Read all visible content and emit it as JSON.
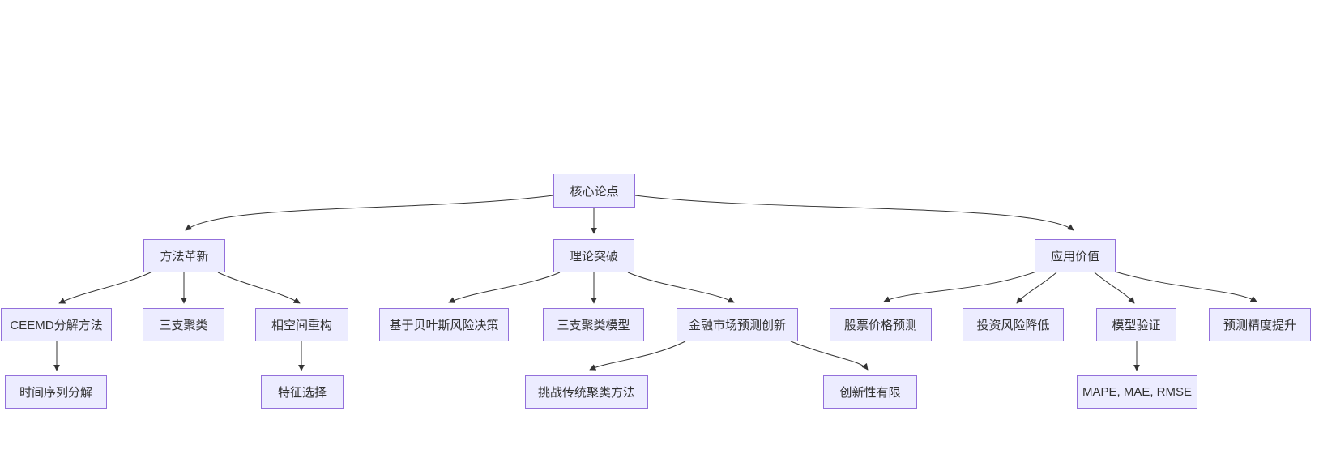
{
  "diagram": {
    "type": "flowchart",
    "direction": "top-down",
    "background": "#ffffff",
    "colors": {
      "node_fill": "#ECECFF",
      "node_border": "#9370DB",
      "edge_stroke": "#333333",
      "text": "#333333"
    },
    "nodes": [
      {
        "id": "core-thesis",
        "label": "核心论点"
      },
      {
        "id": "method-innovation",
        "label": "方法革新"
      },
      {
        "id": "theory-breakthrough",
        "label": "理论突破"
      },
      {
        "id": "application-value",
        "label": "应用价值"
      },
      {
        "id": "ceemd-decomposition",
        "label": "CEEMD分解方法"
      },
      {
        "id": "three-way-clustering",
        "label": "三支聚类"
      },
      {
        "id": "phase-space-reconstruction",
        "label": "相空间重构"
      },
      {
        "id": "bayesian-risk-decision",
        "label": "基于贝叶斯风险决策"
      },
      {
        "id": "three-way-clustering-model",
        "label": "三支聚类模型"
      },
      {
        "id": "financial-market-prediction-innovation",
        "label": "金融市场预测创新"
      },
      {
        "id": "stock-price-prediction",
        "label": "股票价格预测"
      },
      {
        "id": "investment-risk-reduction",
        "label": "投资风险降低"
      },
      {
        "id": "model-validation",
        "label": "模型验证"
      },
      {
        "id": "prediction-accuracy-improvement",
        "label": "预测精度提升"
      },
      {
        "id": "time-series-decomposition",
        "label": "时间序列分解"
      },
      {
        "id": "feature-selection",
        "label": "特征选择"
      },
      {
        "id": "challenge-traditional-clustering",
        "label": "挑战传统聚类方法"
      },
      {
        "id": "limited-novelty",
        "label": "创新性有限"
      },
      {
        "id": "evaluation-metrics",
        "label": "MAPE, MAE, RMSE"
      }
    ],
    "edges": [
      {
        "from": "core-thesis",
        "to": "method-innovation"
      },
      {
        "from": "core-thesis",
        "to": "theory-breakthrough"
      },
      {
        "from": "core-thesis",
        "to": "application-value"
      },
      {
        "from": "method-innovation",
        "to": "ceemd-decomposition"
      },
      {
        "from": "method-innovation",
        "to": "three-way-clustering"
      },
      {
        "from": "method-innovation",
        "to": "phase-space-reconstruction"
      },
      {
        "from": "theory-breakthrough",
        "to": "bayesian-risk-decision"
      },
      {
        "from": "theory-breakthrough",
        "to": "three-way-clustering-model"
      },
      {
        "from": "theory-breakthrough",
        "to": "financial-market-prediction-innovation"
      },
      {
        "from": "application-value",
        "to": "stock-price-prediction"
      },
      {
        "from": "application-value",
        "to": "investment-risk-reduction"
      },
      {
        "from": "application-value",
        "to": "model-validation"
      },
      {
        "from": "application-value",
        "to": "prediction-accuracy-improvement"
      },
      {
        "from": "ceemd-decomposition",
        "to": "time-series-decomposition"
      },
      {
        "from": "phase-space-reconstruction",
        "to": "feature-selection"
      },
      {
        "from": "financial-market-prediction-innovation",
        "to": "challenge-traditional-clustering"
      },
      {
        "from": "financial-market-prediction-innovation",
        "to": "limited-novelty"
      },
      {
        "from": "model-validation",
        "to": "evaluation-metrics"
      }
    ]
  }
}
